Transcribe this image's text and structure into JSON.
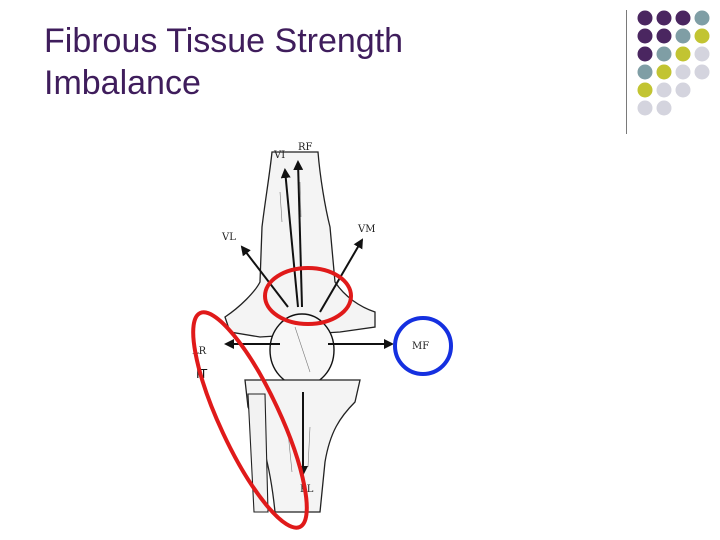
{
  "slide": {
    "title_lines": [
      "Fibrous Tissue Strength",
      "Imbalance"
    ]
  },
  "decoration": {
    "dot_colors": [
      "#4a2660",
      "#7f9ea5",
      "#c2c432",
      "#d4d4de"
    ]
  },
  "diagram": {
    "labels": {
      "vi": "VI",
      "rf": "RF",
      "vl": "VL",
      "vm": "VM",
      "lr": "LR",
      "it": "IT",
      "mf": "MF",
      "pl": "PL"
    },
    "highlight_colors": {
      "red": "#e01a1a",
      "blue": "#1530e0"
    }
  }
}
